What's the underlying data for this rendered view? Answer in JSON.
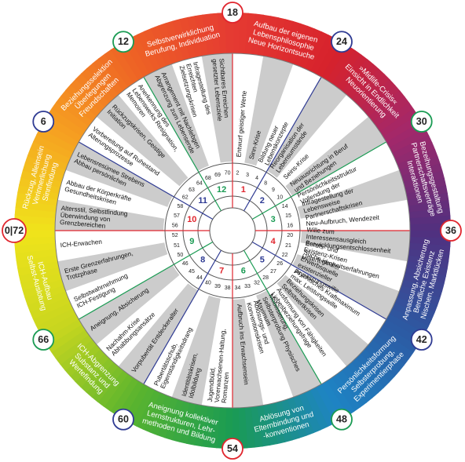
{
  "colors": {
    "gradient": [
      "#e53a32",
      "#d6222c",
      "#a3286a",
      "#51307f",
      "#2c5aa3",
      "#1e84c4",
      "#1a9b53",
      "#5ab42e",
      "#c7d61f",
      "#f0e31b",
      "#f6a021",
      "#ee6225"
    ],
    "red": "#e0262e",
    "blue": "#2f3b93",
    "green": "#1a9b53",
    "shade": "#cccccc"
  },
  "outer_labels": [
    {
      "lines": [
        "Aufbau der eigenen",
        "Lebensphilosophie",
        "Neue Horizontsuche"
      ]
    },
    {
      "lines": [
        "»Midlife-Crisis«",
        "Einsicht in Endlichkeit",
        "Neuorientierung"
      ]
    },
    {
      "lines": [
        "Bezeihungsgestaltung",
        "Partnerschaftsverträge",
        "Interaktionen"
      ]
    },
    {
      "lines": [
        "Anpassung, Absicherung",
        "Berufliche Existenz",
        "Nischen, Marktlücken"
      ]
    },
    {
      "lines": [
        "Persönlichkeitsformung",
        "Selbsterprobung,",
        "Experimentierphase"
      ]
    },
    {
      "lines": [
        "Ablösung von",
        "Elternbindung und",
        "-konventionen"
      ]
    },
    {
      "lines": [
        "Aneignung kollektiver",
        "Lernstrukturen, Lehr-",
        "methoden und Bildung"
      ]
    },
    {
      "lines": [
        "ICH-Abgrenzung",
        "Substanz und",
        "Wertefindung"
      ]
    },
    {
      "lines": [
        "ICH-Aufbau",
        "Selbst-Auslotung"
      ]
    },
    {
      "lines": [
        "Rückzug, Alleinsein",
        "Verinnerlichung",
        "Sinnfindung"
      ]
    },
    {
      "lines": [
        "Beziehungsselektion",
        "Überlegungen",
        "Freundschaften"
      ]
    },
    {
      "lines": [
        "Selbstverwirklichung",
        "Berufung, Individuation"
      ]
    }
  ],
  "spokes": [
    {
      "text": "Entwurf geistiger Werte"
    },
    {
      "text": "Sinn-Krise"
    },
    {
      "text": "Bildung neuer Lebenskonzepte"
    },
    {
      "text": "Reorganisation der Lebensumstände"
    },
    {
      "text": "Seins-Krise"
    },
    {
      "text": "Neuausrichtung in Beruf und Beziehungen"
    },
    {
      "text": "Persönlichkeitsstruktur Vollendung der"
    },
    {
      "text": "Infragestellung der Lebensweise Partnerschaftskrisen"
    },
    {
      "text": "Neu-Aufbruch, Wendezeit"
    },
    {
      "text": "Wille zum Interessensausgleich Entwicklungsentschlossenheit"
    },
    {
      "text": "Berufs- und Existenz-Krisen Unterlegenheitserfahrungen"
    },
    {
      "text": "Suche idealer Erwerbsquelle existenzieller Anpassungswille"
    },
    {
      "text": "psychisches Kraftmaximum max. Leistungswille"
    },
    {
      "text": "Beziehungskrisen Selbstwertkrisen"
    },
    {
      "text": "Ausformung von Fähigkeiten Liebesbeziehungsfrage"
    },
    {
      "text": "Mobilisierung, Selbsterprobung Physisches Maximum"
    },
    {
      "text": "Ablösungs- und Konventionskrisen"
    },
    {
      "text": "Aufbruch ins Erwachsensein"
    },
    {
      "text": "Jugendbüld, Vorerwachsenen-Haltung, Romanzen"
    },
    {
      "text": "Identitätskrisen, Idolbildung"
    },
    {
      "text": "Pubertätsschub, Eigenständigkeitsdrang"
    },
    {
      "text": "Vorpubertät Entdeckeralter"
    },
    {
      "text": "Nachahm-Krise Abhabbungsansätze"
    },
    {
      "text": "Aneignung, Absicherung"
    },
    {
      "text": "Selbstwahrnehmung ICH-Festigung"
    },
    {
      "text": "Erste Grenzerfahrungen, Trotzphase"
    },
    {
      "text": "ICH-Erwachen"
    },
    {
      "text": "Altersstil, Selbstfindung Überwindung von Grenzbereichen"
    },
    {
      "text": "Abbau der Körperkräfte Gesundheitskrisen"
    },
    {
      "text": "Lebensresümee Strebens Abbau persönlichen"
    },
    {
      "text": "Vorbereitung auf Ruhestand Alterungsprozesse"
    },
    {
      "text": "Rückzugskrisen, Geistige Initiation"
    },
    {
      "text": "Anerkennung des Lebenswerks Resignation, Memoiren"
    },
    {
      "text": "Arrangement mit Nachlebgen Abgrenzung zum Lebensende"
    },
    {
      "text": "Infragestellung des Erreichten Zielsetzungskrisen"
    },
    {
      "text": "Sichtbares Erreichen gesetzter Lebensziele"
    }
  ],
  "ages": [
    {
      "label": "0|72",
      "color": "red"
    },
    {
      "label": "6",
      "color": "blue"
    },
    {
      "label": "12",
      "color": "green"
    },
    {
      "label": "18",
      "color": "red"
    },
    {
      "label": "24",
      "color": "blue"
    },
    {
      "label": "30",
      "color": "green"
    },
    {
      "label": "36",
      "color": "red"
    },
    {
      "label": "42",
      "color": "blue"
    },
    {
      "label": "48",
      "color": "green"
    },
    {
      "label": "54",
      "color": "red"
    },
    {
      "label": "60",
      "color": "blue"
    },
    {
      "label": "66",
      "color": "green"
    }
  ],
  "cycle_numbers": [
    "1",
    "2",
    "3",
    "4",
    "5",
    "6",
    "7",
    "8",
    "9",
    "10",
    "11",
    "12"
  ],
  "year_ticks": [
    "2",
    "3",
    "4",
    "8",
    "9",
    "10",
    "14",
    "15",
    "16",
    "20",
    "21",
    "22",
    "26",
    "27",
    "28",
    "32",
    "33",
    "34",
    "38",
    "39",
    "40",
    "44",
    "45",
    "46",
    "50",
    "51",
    "52",
    "56",
    "57",
    "58",
    "62",
    "63",
    "64",
    "68",
    "69",
    "70"
  ]
}
